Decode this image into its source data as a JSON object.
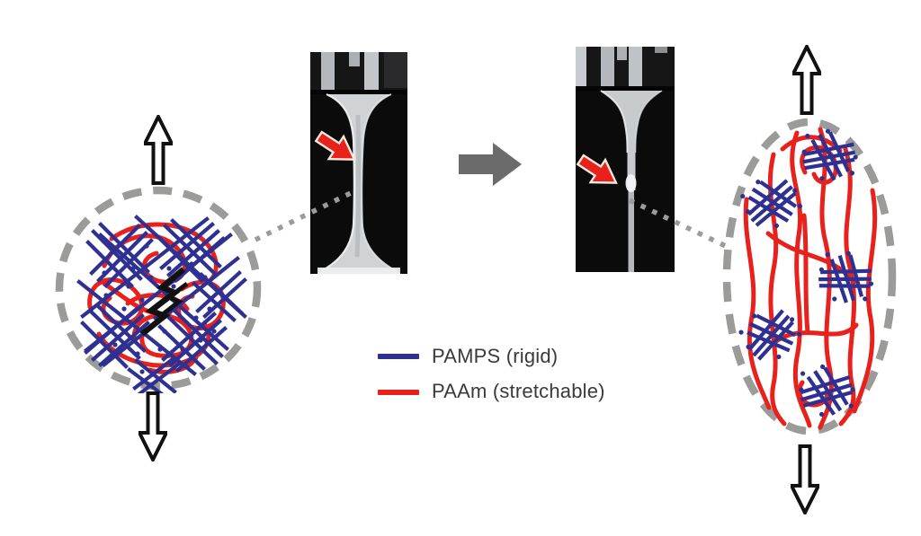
{
  "figure": {
    "legend": {
      "items": [
        {
          "id": "pamps",
          "label": "PAMPS (rigid)",
          "color": "#2e3192"
        },
        {
          "id": "paam",
          "label": "PAAm (stretchable)",
          "color": "#e8211d"
        }
      ]
    },
    "colors": {
      "pamps_blue": "#2e3192",
      "paam_red": "#e8211d",
      "dash_gray": "#9b9b99",
      "connector_dot_gray": "#9b9b99",
      "transition_arrow_gray": "#6b6b6b",
      "stretch_arrow_fill": "#ffffff",
      "stretch_arrow_outline": "#111111",
      "pointer_red": "#e8211d",
      "pointer_outline": "#f3e9dc",
      "crack_black": "#111111",
      "photo_bg": "#0b0b0b",
      "gel_light": "#e3e6e8",
      "text_color": "#3a3a3a",
      "page_bg": "#ffffff"
    },
    "icons": [
      "up-stretch-arrow-icon",
      "down-stretch-arrow-icon",
      "transition-arrow-icon",
      "pointer-arrow-icon",
      "crack-icon",
      "dashed-boundary",
      "dotted-connector"
    ]
  }
}
